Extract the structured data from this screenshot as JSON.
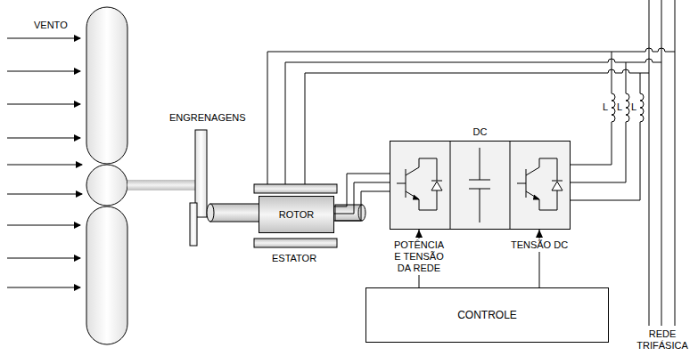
{
  "diagram": {
    "nodes": [
      {
        "text": [
          "ROTOR"
        ]
      },
      {
        "text": [
          "DC"
        ]
      },
      {
        "text": [
          "CONTROLE"
        ]
      }
    ],
    "edges": [
      {
        "from": 0,
        "to": 1,
        "arrow": "none"
      },
      {
        "from": 2,
        "to": 1,
        "arrow": "to",
        "label": "POTÊNCIA E TENSÃO DA REDE"
      },
      {
        "from": 2,
        "to": 1,
        "arrow": "to",
        "label": "TENSÃO DC"
      }
    ],
    "labels": [
      "VENTO",
      "ENGRENAGENS",
      "ESTATOR",
      "L",
      "L",
      "L",
      "REDE TRIFÁSICA"
    ]
  }
}
